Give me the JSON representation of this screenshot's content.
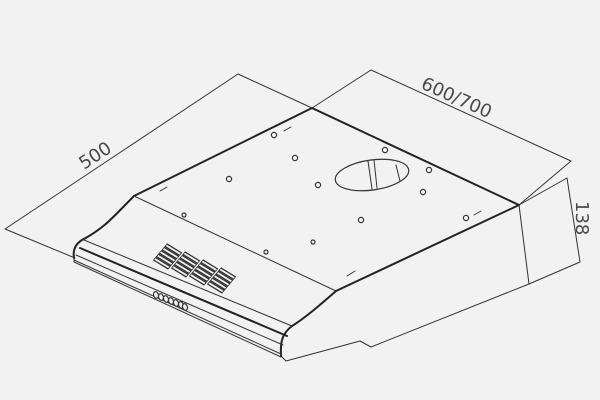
{
  "drawing": {
    "background": "#f1f2f1",
    "line_color": "#333333",
    "dimensions": {
      "depth_label": "500",
      "width_label": "600/700",
      "height_label": "138"
    }
  }
}
